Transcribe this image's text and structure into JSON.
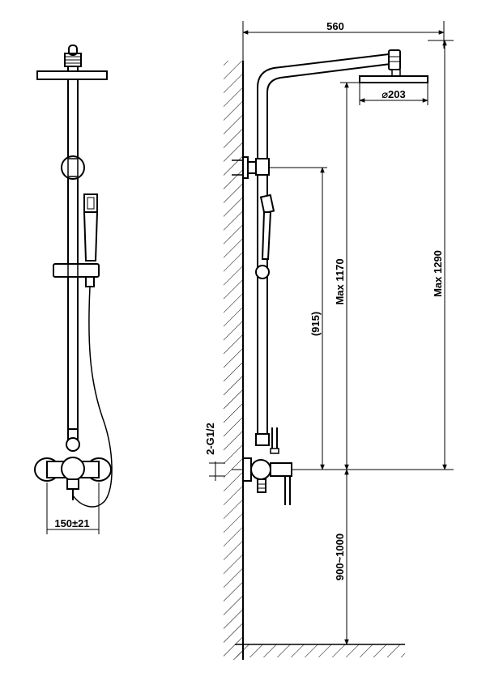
{
  "dimensions": {
    "arm_width": "560",
    "head_diameter": "⌀203",
    "max_overall": "Max 1290",
    "max_rail": "Max 1170",
    "bracket_to_inlet": "(915)",
    "inlet_height": "900~1000",
    "inlet_thread": "2-G1/2",
    "inlet_spacing": "150±21"
  },
  "colors": {
    "line": "#000000",
    "background": "#ffffff"
  }
}
